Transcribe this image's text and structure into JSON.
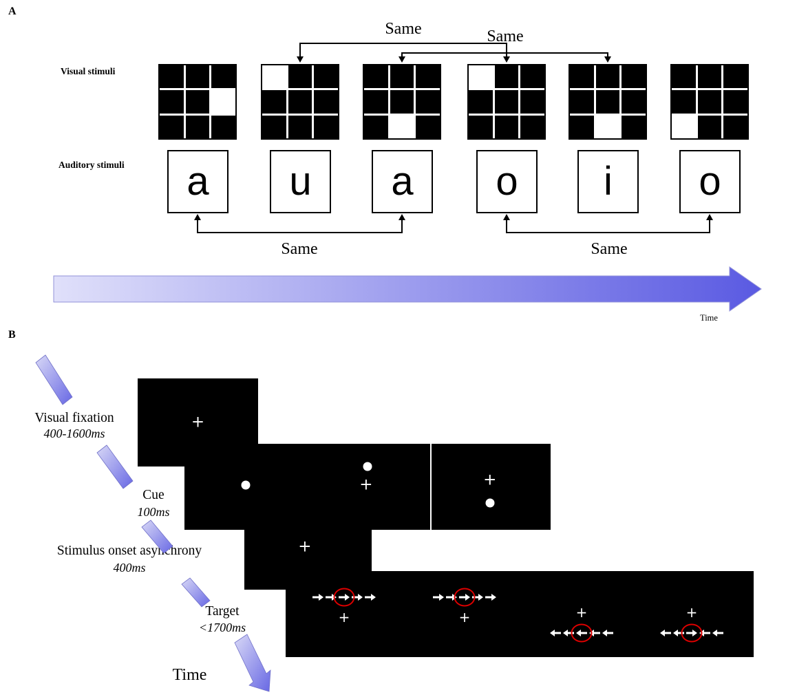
{
  "figure": {
    "panel_a_label": "A",
    "panel_b_label": "B"
  },
  "panelA": {
    "visual_label": "Visual stimuli",
    "auditory_label": "Auditory stimuli",
    "same_label": "Same",
    "time_label": "Time",
    "grids": [
      {
        "name": "grid-1",
        "cells": [
          1,
          1,
          1,
          1,
          1,
          0,
          1,
          1,
          1
        ]
      },
      {
        "name": "grid-2",
        "cells": [
          0,
          1,
          1,
          1,
          1,
          1,
          1,
          1,
          1
        ]
      },
      {
        "name": "grid-3",
        "cells": [
          1,
          1,
          1,
          1,
          1,
          1,
          1,
          0,
          1
        ]
      },
      {
        "name": "grid-4",
        "cells": [
          0,
          1,
          1,
          1,
          1,
          1,
          1,
          1,
          1
        ]
      },
      {
        "name": "grid-5",
        "cells": [
          1,
          1,
          1,
          1,
          1,
          1,
          1,
          0,
          1
        ]
      },
      {
        "name": "grid-6",
        "cells": [
          1,
          1,
          1,
          1,
          1,
          1,
          0,
          1,
          1
        ]
      }
    ],
    "letters": [
      "a",
      "u",
      "a",
      "o",
      "i",
      "o"
    ],
    "visual_same_pairs": [
      [
        2,
        4
      ],
      [
        3,
        5
      ]
    ],
    "auditory_same_pairs": [
      [
        1,
        3
      ],
      [
        4,
        6
      ]
    ]
  },
  "panelB": {
    "steps": [
      {
        "label": "Visual fixation",
        "duration": "400-1600ms"
      },
      {
        "label": "Cue",
        "duration": "100ms"
      },
      {
        "label": "Stimulus onset asynchrony",
        "duration": "400ms"
      },
      {
        "label": "Target",
        "duration": "<1700ms"
      }
    ],
    "time_label": "Time",
    "fixation_symbol": "+",
    "cue_screens": [
      "center-cue",
      "cue-above-fixation",
      "cue-below-fixation"
    ],
    "targets": [
      {
        "arrows": [
          "right",
          "right",
          "right",
          "right",
          "right"
        ],
        "circled_index": 2,
        "fixation": "below"
      },
      {
        "arrows": [
          "right",
          "right",
          "right",
          "right",
          "right"
        ],
        "circled_index": 2,
        "fixation": "below"
      },
      {
        "arrows": [
          "left",
          "left",
          "left",
          "left",
          "left"
        ],
        "circled_index": 2,
        "fixation": "above"
      },
      {
        "arrows": [
          "left",
          "left",
          "right",
          "left",
          "left"
        ],
        "circled_index": 2,
        "fixation": "above"
      }
    ],
    "colors": {
      "screen_background": "#000000",
      "stimulus_color": "#ffffff",
      "target_circle_color": "#dd0000",
      "timeline_gradient_start": "#dedefa",
      "timeline_gradient_end": "#5a5ae2"
    }
  }
}
